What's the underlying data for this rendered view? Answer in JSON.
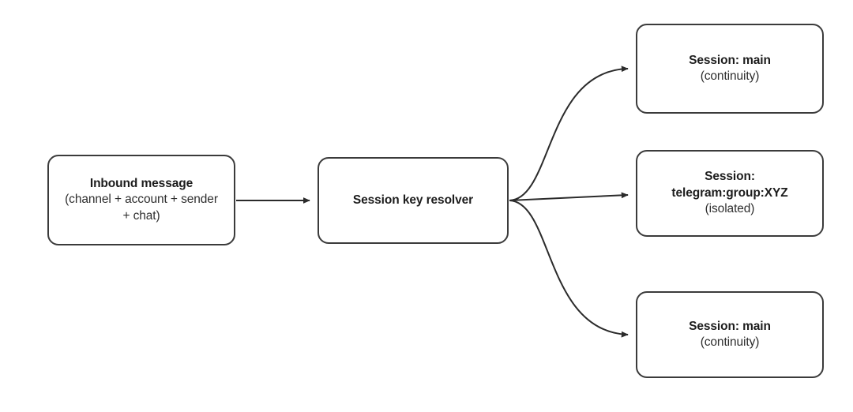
{
  "diagram": {
    "type": "flowchart",
    "direction": "left-to-right",
    "background_color": "#ffffff",
    "node_border_color": "#3b3b3b",
    "edge_color": "#2b2b2b",
    "nodes": [
      {
        "id": "inbound",
        "title": "Inbound message",
        "subtitle_line1": "(channel + account + sender",
        "subtitle_line2": "+ chat)"
      },
      {
        "id": "resolver",
        "title": "Session key resolver",
        "subtitle_line1": "",
        "subtitle_line2": ""
      },
      {
        "id": "session-main-top",
        "title": "Session: main",
        "subtitle_line1": "(continuity)",
        "subtitle_line2": ""
      },
      {
        "id": "session-telegram",
        "title_line1": "Session:",
        "title_line2": "telegram:group:XYZ",
        "subtitle_line1": "(isolated)",
        "subtitle_line2": ""
      },
      {
        "id": "session-main-bottom",
        "title": "Session: main",
        "subtitle_line1": "(continuity)",
        "subtitle_line2": ""
      }
    ],
    "edges": [
      {
        "id": "inbound-to-resolver",
        "from": "inbound",
        "to": "resolver",
        "style": "straight",
        "arrowhead": "filled-triangle"
      },
      {
        "id": "resolver-to-main-top",
        "from": "resolver",
        "to": "session-main-top",
        "style": "curved-up",
        "arrowhead": "filled-triangle"
      },
      {
        "id": "resolver-to-telegram",
        "from": "resolver",
        "to": "session-telegram",
        "style": "straight",
        "arrowhead": "filled-triangle"
      },
      {
        "id": "resolver-to-main-bottom",
        "from": "resolver",
        "to": "session-main-bottom",
        "style": "curved-down",
        "arrowhead": "filled-triangle"
      }
    ]
  }
}
